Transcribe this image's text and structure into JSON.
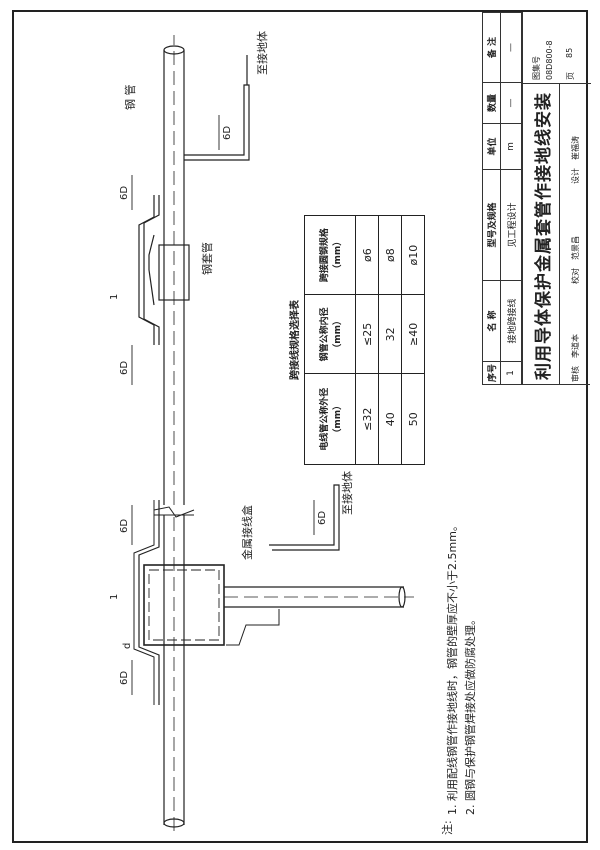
{
  "drawing": {
    "labels": {
      "steel_pipe": "钢 管",
      "to_ground_1": "至接地体",
      "to_ground_2": "至接地体",
      "sleeve": "钢套管",
      "junction_box": "金属接线盒",
      "dim_6d": "6D",
      "dim_d": "d",
      "item_1": "1"
    }
  },
  "selection_table": {
    "title": "跨接线规格选择表",
    "headers": [
      {
        "line1": "电线管公称外径",
        "line2": "（mm）"
      },
      {
        "line1": "钢管公称内径",
        "line2": "（mm）"
      },
      {
        "line1": "跨接圆钢规格",
        "line2": "（mm）"
      }
    ],
    "rows": [
      [
        "≤32",
        "≤25",
        "ø6"
      ],
      [
        "40",
        "32",
        "ø8"
      ],
      [
        "50",
        "≥40",
        "ø10"
      ]
    ]
  },
  "notes": {
    "heading": "注:",
    "items": [
      "1. 利用配线钢管作接地线时，钢管的壁厚应不小于2.5mm。",
      "2. 圆钢与保护钢管焊接处应做防腐处理。"
    ]
  },
  "material_table": {
    "headers": [
      "序号",
      "名  称",
      "型号及规格",
      "单位",
      "数量",
      "备  注"
    ],
    "rows": [
      [
        "1",
        "接地跨接线",
        "见工程设计",
        "m",
        "—",
        "—"
      ]
    ]
  },
  "title_block": {
    "title": "利用导体保护金属套管作接地线安装",
    "atlas_label": "图集号",
    "atlas_no": "08D800-8",
    "page_label": "页",
    "page_no": "85",
    "review_label": "审核",
    "review_name": "李道本",
    "check_label": "校对",
    "check_name": "范景昌",
    "design_label": "设计",
    "design_name": "崔福涛"
  }
}
